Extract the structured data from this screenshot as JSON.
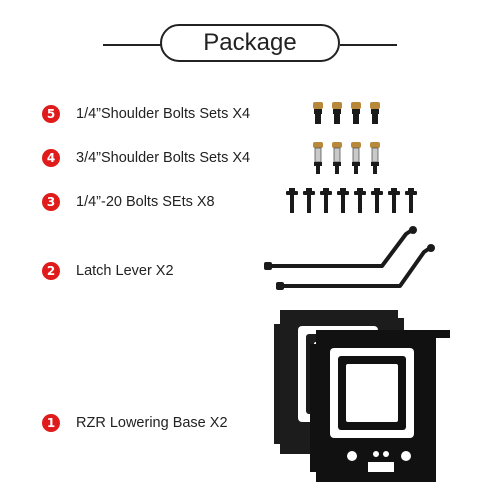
{
  "header": {
    "title": "Package"
  },
  "items": [
    {
      "number": "5",
      "label": "1/4”Shoulder Bolts Sets X4"
    },
    {
      "number": "4",
      "label": "3/4”Shoulder Bolts Sets X4"
    },
    {
      "number": "3",
      "label": "1/4”-20 Bolts SEts X8"
    },
    {
      "number": "2",
      "label": "Latch Lever X2"
    },
    {
      "number": "1",
      "label": "RZR Lowering Base X2"
    }
  ],
  "colors": {
    "badge": "#e01b1b",
    "text": "#222222",
    "hardware": "#1a1a1a",
    "brass": "#b8893a"
  }
}
